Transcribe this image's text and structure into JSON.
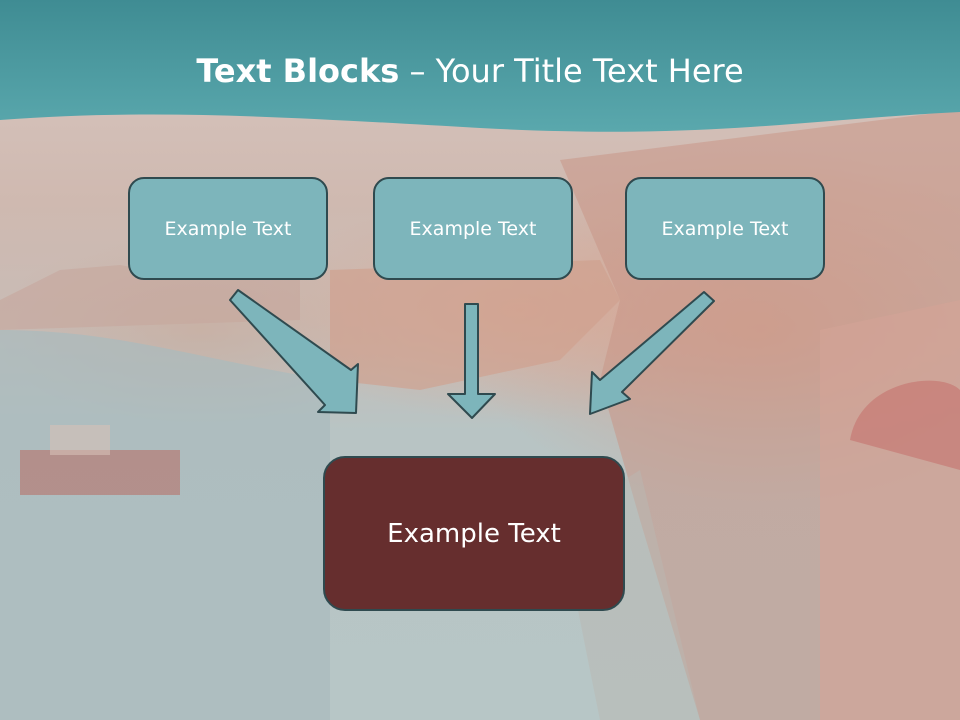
{
  "slide": {
    "title_bold": "Text Blocks",
    "title_dash": " – ",
    "title_rest": "Your Title Text Here",
    "boxes": [
      {
        "label": "Example Text"
      },
      {
        "label": "Example Text"
      },
      {
        "label": "Example Text"
      }
    ],
    "main_box": {
      "label": "Example Text"
    }
  },
  "colors": {
    "header": "#4a9ca2",
    "box_fill": "#7db5bb",
    "box_border": "#2f4a4f",
    "main_fill": "#662e2e",
    "arrow_fill": "#7db5bb"
  }
}
